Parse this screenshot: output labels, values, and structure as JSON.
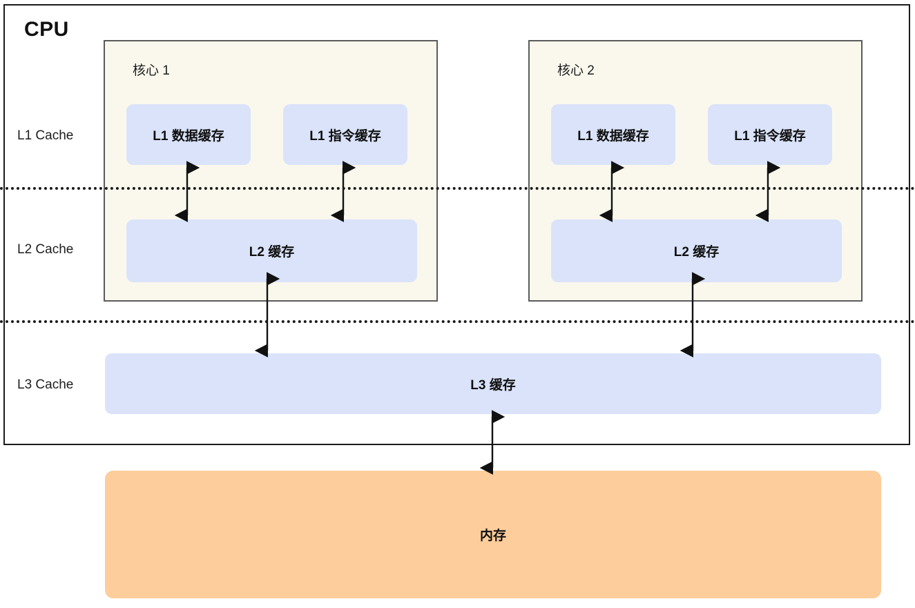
{
  "diagram": {
    "title": "CPU",
    "background": "#ffffff",
    "colors": {
      "cache_block": "#dae3f9",
      "core_background": "#faf8ed",
      "memory_block": "#fdcd9b",
      "outline": "#1a1a1a",
      "core_outline": "#5a5a5a",
      "text": "#0f0f0f"
    }
  },
  "row_labels": {
    "l1": "L1 Cache",
    "l2": "L2 Cache",
    "l3": "L3 Cache"
  },
  "cores": [
    {
      "title": "核心 1",
      "l1_data": "L1 数据缓存",
      "l1_instruction": "L1 指令缓存",
      "l2": "L2 缓存"
    },
    {
      "title": "核心 2",
      "l1_data": "L1 数据缓存",
      "l1_instruction": "L1 指令缓存",
      "l2": "L2 缓存"
    }
  ],
  "shared": {
    "l3": "L3 缓存",
    "memory": "内存"
  },
  "connections": [
    {
      "from": "核心 1 L1 数据缓存",
      "to": "核心 1 L2 缓存",
      "style": "double-arrow"
    },
    {
      "from": "核心 1 L1 指令缓存",
      "to": "核心 1 L2 缓存",
      "style": "double-arrow"
    },
    {
      "from": "核心 2 L1 数据缓存",
      "to": "核心 2 L2 缓存",
      "style": "double-arrow"
    },
    {
      "from": "核心 2 L1 指令缓存",
      "to": "核心 2 L2 缓存",
      "style": "double-arrow"
    },
    {
      "from": "核心 1 L2 缓存",
      "to": "L3 缓存",
      "style": "double-arrow"
    },
    {
      "from": "核心 2 L2 缓存",
      "to": "L3 缓存",
      "style": "double-arrow"
    },
    {
      "from": "L3 缓存",
      "to": "内存",
      "style": "double-arrow"
    }
  ],
  "separators": [
    {
      "name": "l1-l2-divider",
      "style": "dotted"
    },
    {
      "name": "l2-l3-divider",
      "style": "dotted"
    }
  ]
}
